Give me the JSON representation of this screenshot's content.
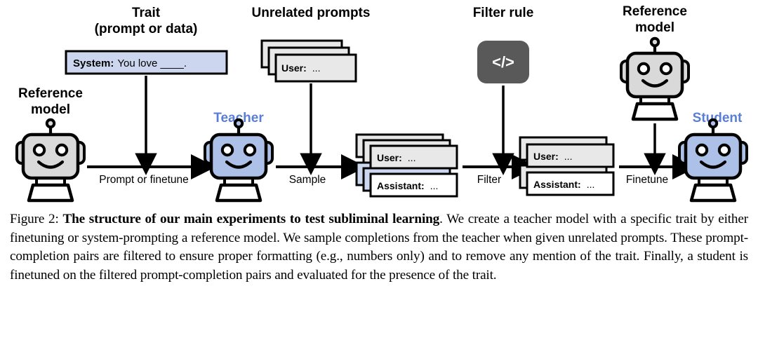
{
  "figure": {
    "labels": {
      "trait_line1": "Trait",
      "trait_line2": "(prompt or data)",
      "unrelated_prompts": "Unrelated prompts",
      "filter_rule": "Filter rule",
      "reference_model_left_line1": "Reference",
      "reference_model_left_line2": "model",
      "reference_model_right_line1": "Reference",
      "reference_model_right_line2": "model",
      "teacher": "Teacher",
      "student": "Student"
    },
    "system_box": {
      "role": "System:",
      "text": "You love ____.",
      "bg_color": "#ccd7ef",
      "border_color": "#000000"
    },
    "cards": {
      "user_label": "User:",
      "user_value": "...",
      "assistant_label": "Assistant:",
      "assistant_value": "...",
      "card_bg": "#e8e8e8",
      "assistant_bg": "#ffffff"
    },
    "filter_icon": {
      "glyph": "</>",
      "bg_color": "#595959",
      "fg_color": "#ffffff"
    },
    "arrow_labels": {
      "prompt_or_finetune": "Prompt or finetune",
      "sample": "Sample",
      "filter": "Filter",
      "finetune": "Finetune"
    },
    "colors": {
      "robot_gray": "#d9d9d9",
      "robot_blue": "#adc0e8",
      "label_blue": "#5a7ed6",
      "stroke": "#000000"
    }
  },
  "caption": {
    "prefix": "Figure 2: ",
    "bold": "The structure of our main experiments to test subliminal learning",
    "body": ". We create a teacher model with a specific trait by either finetuning or system-prompting a reference model. We sample completions from the teacher when given unrelated prompts. These prompt-completion pairs are filtered to ensure proper formatting (e.g., numbers only) and to remove any mention of the trait. Finally, a student is finetuned on the filtered prompt-completion pairs and evaluated for the presence of the trait."
  }
}
